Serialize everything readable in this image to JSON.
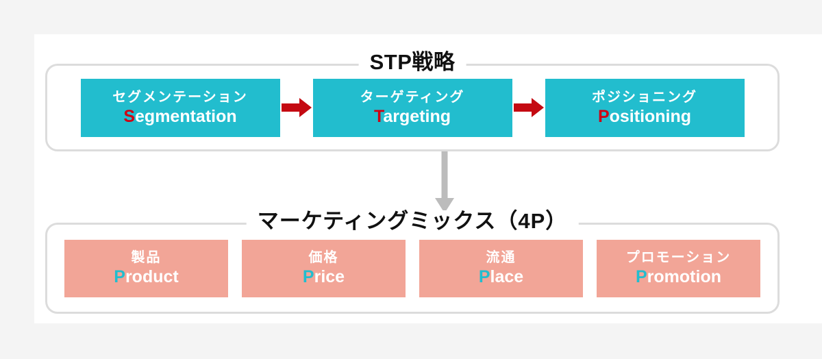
{
  "theme": {
    "page_background": "#f4f4f4",
    "card_background": "#ffffff",
    "group_border": "#dcdcdc",
    "teal": "#22bdce",
    "salmon": "#f2a597",
    "arrow_red": "#c40a12",
    "arrow_gray": "#bcbcbc",
    "title_color": "#111111",
    "box_text_color": "#ffffff"
  },
  "stp": {
    "title": "STP戦略",
    "boxes": [
      {
        "jp": "セグメンテーション",
        "en_initial": "S",
        "en_rest": "egmentation",
        "initial_color": "#cf0013"
      },
      {
        "jp": "ターゲティング",
        "en_initial": "T",
        "en_rest": "argeting",
        "initial_color": "#cf0013"
      },
      {
        "jp": "ポジショニング",
        "en_initial": "P",
        "en_rest": "ositioning",
        "initial_color": "#cf0013"
      }
    ]
  },
  "marketing_mix": {
    "title": "マーケティングミックス（4P）",
    "boxes": [
      {
        "jp": "製品",
        "en_initial": "P",
        "en_rest": "roduct",
        "initial_color": "#22bdce"
      },
      {
        "jp": "価格",
        "en_initial": "P",
        "en_rest": "rice",
        "initial_color": "#22bdce"
      },
      {
        "jp": "流通",
        "en_initial": "P",
        "en_rest": "lace",
        "initial_color": "#22bdce"
      },
      {
        "jp": "プロモーション",
        "en_initial": "P",
        "en_rest": "romotion",
        "initial_color": "#22bdce"
      }
    ]
  },
  "connectors": {
    "stp_arrow_1": "arrow-right",
    "stp_arrow_2": "arrow-right",
    "stp_to_mix_arrow": "arrow-down"
  }
}
